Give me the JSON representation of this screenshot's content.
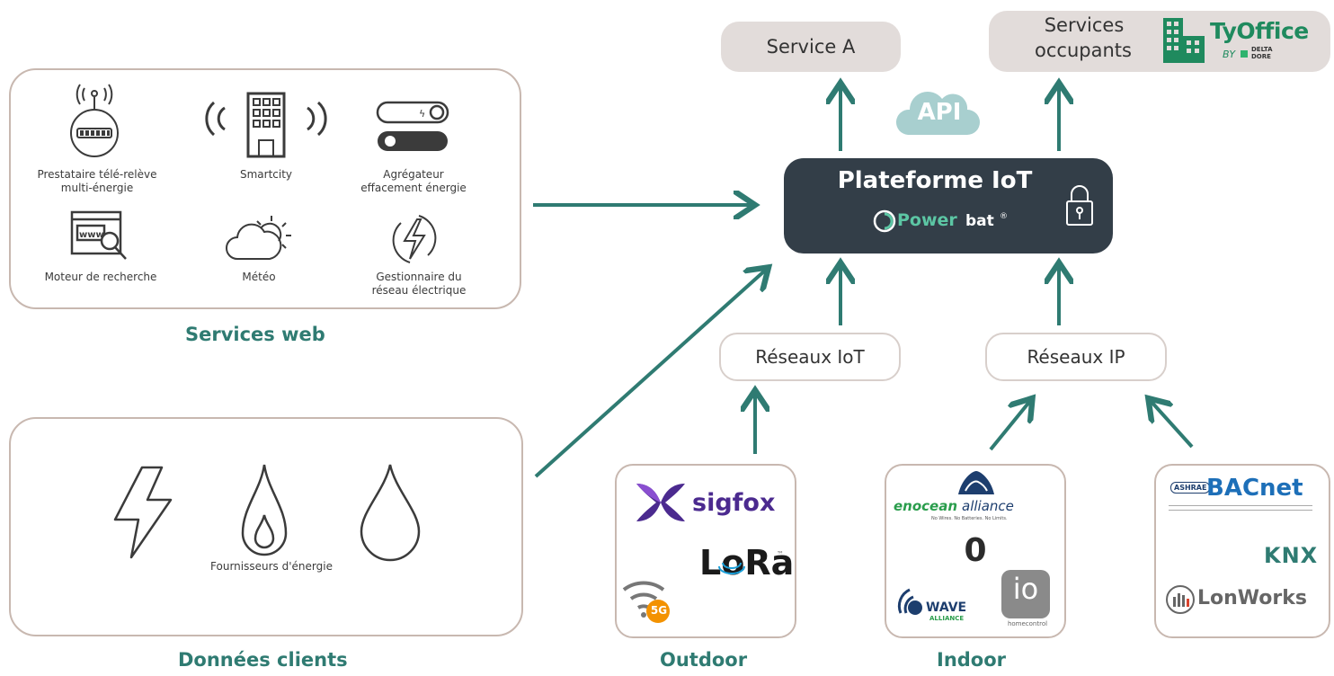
{
  "web_services": {
    "title": "Services web",
    "items": [
      {
        "label": "Prestataire télé-relève\nmulti-énergie",
        "icon": "smart-meter-icon"
      },
      {
        "label": "Smartcity",
        "icon": "smart-building-icon"
      },
      {
        "label": "Agrégateur\neffacement énergie",
        "icon": "toggle-switch-icon"
      },
      {
        "label": "Moteur de recherche",
        "icon": "web-search-icon"
      },
      {
        "label": "Météo",
        "icon": "weather-icon"
      },
      {
        "label": "Gestionnaire du\nréseau électrique",
        "icon": "lightning-icon"
      }
    ]
  },
  "client_data": {
    "title": "Données clients",
    "label": "Fournisseurs d'énergie",
    "icons": [
      "electricity-icon",
      "gas-flame-icon",
      "water-drop-icon"
    ]
  },
  "platform": {
    "title": "Plateforme IoT",
    "brand_a": "Power",
    "brand_b": "bat",
    "brand_mark": "®"
  },
  "api_label": "API",
  "service_a": "Service A",
  "services_occupants": {
    "line1": "Services",
    "line2": "occupants",
    "logo_name": "TyOffice",
    "logo_by": "BY",
    "logo_delta": "DELTA",
    "logo_dore": "DORE"
  },
  "networks": {
    "iot": "Réseaux IoT",
    "ip": "Réseaux IP"
  },
  "groups": {
    "outdoor": "Outdoor",
    "indoor": "Indoor"
  },
  "outdoor_logos": {
    "sigfox": "sigfox",
    "lora": "LoRa",
    "lora_tm": "™",
    "five_g": "5G"
  },
  "indoor_logos": {
    "enocean": "enocean",
    "alliance": "alliance",
    "enocean_tag": "No Wires. No Batteries. No Limits.",
    "zero": "0",
    "zwave": "WAVE",
    "zwave_sub": "ALLIANCE",
    "io": "io",
    "io_sub": "homecontrol"
  },
  "ip_logos": {
    "ashrae": "ASHRAE",
    "bacnet": "BACnet",
    "knx": "KNX",
    "lonworks": "LonWorks"
  },
  "colors": {
    "teal": "#2f7b72",
    "platform_bg": "#333e48",
    "panel_border": "#c8b8b0",
    "green_accent": "#5cc6a4"
  }
}
